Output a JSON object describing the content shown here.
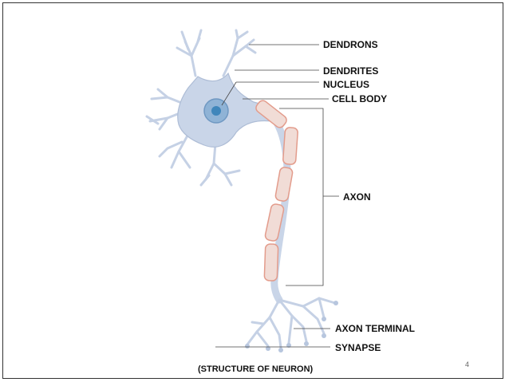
{
  "labels": {
    "dendrons": "DENDRONS",
    "dendrites": "DENDRITES",
    "nucleus": "NUCLEUS",
    "cell_body": "CELL BODY",
    "axon": "AXON",
    "axon_terminal": "AXON TERMINAL",
    "synapse": "SYNAPSE"
  },
  "caption": "(STRUCTURE OF NEURON)",
  "page_number": "4",
  "colors": {
    "neuron_fill": "#c9d5e8",
    "neuron_stroke": "#aebdd6",
    "nucleus": "#4d91c1",
    "myelin_fill": "#f1dcd6",
    "myelin_stroke": "#e39c8c"
  }
}
